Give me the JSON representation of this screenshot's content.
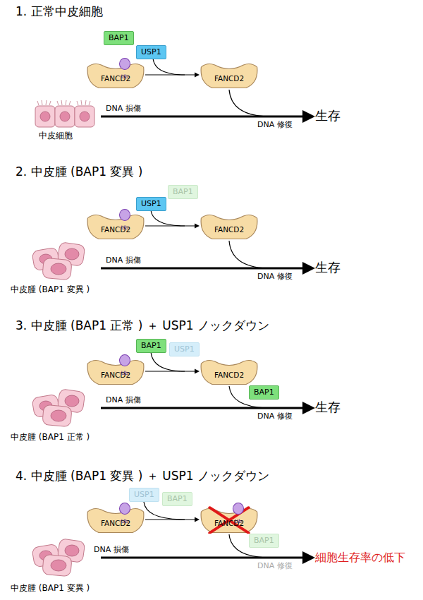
{
  "diagram": {
    "nodes": [
      {
        "text": [
          "BAP1"
        ]
      },
      {
        "text": [
          "USP1"
        ]
      },
      {
        "text": [
          "FANCD2"
        ]
      },
      {
        "text": [
          "Ub"
        ],
        "in": 2
      },
      {
        "text": [
          "FANCD2"
        ]
      },
      {
        "text": [
          "BAP1"
        ]
      },
      {
        "text": [
          "USP1"
        ]
      },
      {
        "text": [
          "FANCD2"
        ]
      },
      {
        "text": [
          "Ub"
        ],
        "in": 7
      },
      {
        "text": [
          "FANCD2"
        ]
      },
      {
        "text": [
          "BAP1"
        ]
      },
      {
        "text": [
          "USP1"
        ]
      },
      {
        "text": [
          "FANCD2"
        ]
      },
      {
        "text": [
          "Ub"
        ],
        "in": 12
      },
      {
        "text": [
          "FANCD2"
        ]
      },
      {
        "text": [
          "BAP1"
        ]
      },
      {
        "text": [
          "USP1"
        ]
      },
      {
        "text": [
          "BAP1"
        ]
      },
      {
        "text": [
          "FANCD2"
        ]
      },
      {
        "text": [
          "Ub"
        ],
        "in": 18
      },
      {
        "text": [
          "FANCD2"
        ]
      },
      {
        "text": [
          "Ub"
        ],
        "in": 20
      },
      {
        "text": [
          "BAP1"
        ]
      }
    ],
    "edges": [
      {
        "from": 2,
        "to": 4,
        "arrow": "to"
      },
      {
        "from": 7,
        "to": 9,
        "arrow": "to"
      },
      {
        "from": 12,
        "to": 14,
        "arrow": "to"
      },
      {
        "from": 18,
        "to": 20,
        "arrow": "to"
      }
    ],
    "labels": [
      "1. 正常中皮細胞",
      "DNA 損傷",
      "中皮細胞",
      "DNA 修復",
      "生存",
      "2. 中皮腫 (BAP1 変異 )",
      "DNA 損傷",
      "中皮腫 (BAP1 変異 )",
      "DNA 修復",
      "生存",
      "3. 中皮腫 (BAP1 正常 ) ＋ USP1 ノックダウン",
      "DNA 損傷",
      "中皮腫 (BAP1 正常 )",
      "DNA 修復",
      "生存",
      "4. 中皮腫 (BAP1 変異 ) ＋ USP1 ノックダウン",
      "DNA 損傷",
      "DNA 修復",
      "細胞生存率の低下",
      "中皮腫 (BAP1 変異 )"
    ]
  }
}
